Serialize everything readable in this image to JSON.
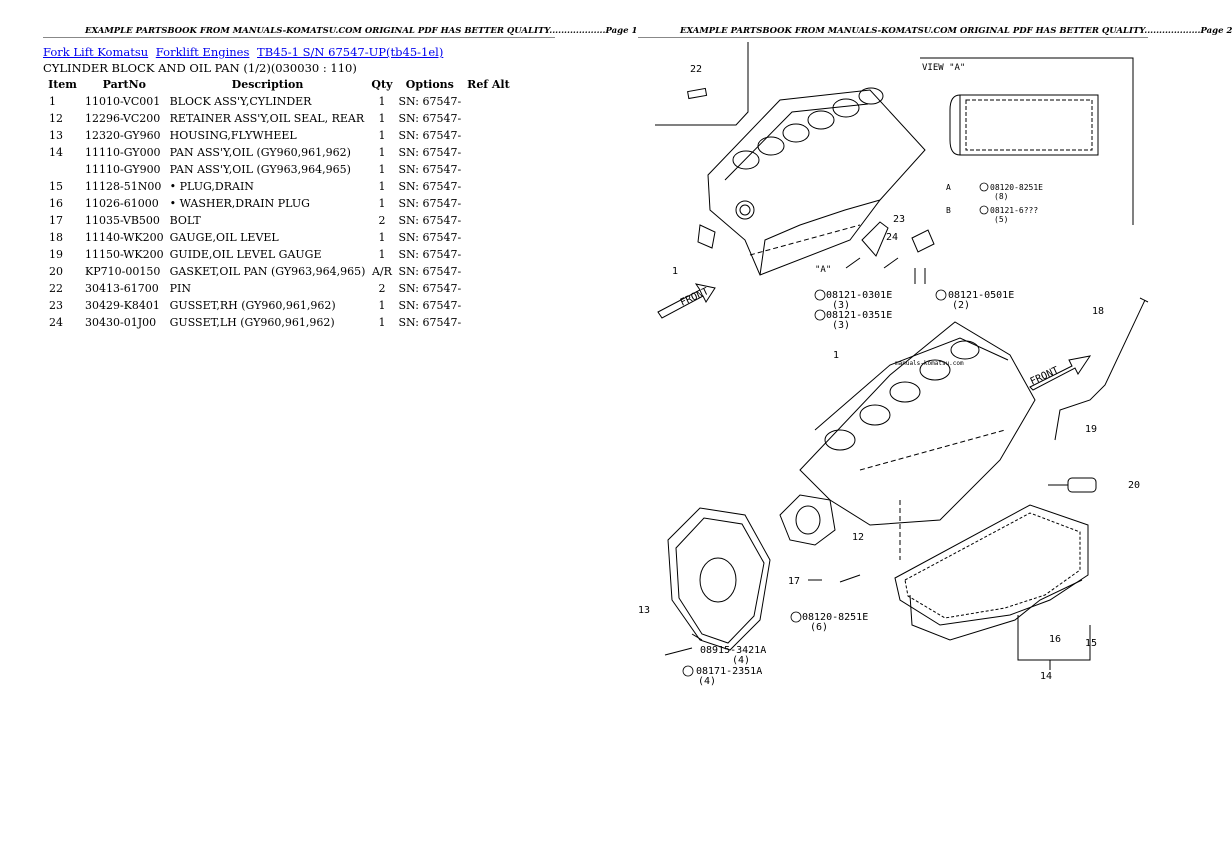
{
  "header": {
    "left": "EXAMPLE PARTSBOOK FROM MANUALS-KOMATSU.COM ORIGINAL PDF HAS BETTER QUALITY...................Page 1",
    "right": "EXAMPLE PARTSBOOK FROM MANUALS-KOMATSU.COM ORIGINAL PDF HAS BETTER QUALITY...................Page 2"
  },
  "breadcrumb": [
    "Fork Lift Komatsu",
    "Forklift Engines",
    "TB45-1 S/N 67547-UP(tb45-1el)"
  ],
  "subtitle": "CYLINDER BLOCK AND OIL PAN (1/2)(030030 : 110)",
  "table": {
    "columns": [
      "Item",
      "PartNo",
      "Description",
      "Qty",
      "Options",
      "Ref Alt"
    ],
    "rows": [
      {
        "item": "1",
        "partno": "11010-VC001",
        "desc": "BLOCK ASS'Y,CYLINDER",
        "qty": "1",
        "options": "SN: 67547-"
      },
      {
        "item": "12",
        "partno": "12296-VC200",
        "desc": "RETAINER ASS'Y,OIL SEAL, REAR",
        "qty": "1",
        "options": "SN: 67547-"
      },
      {
        "item": "13",
        "partno": "12320-GY960",
        "desc": "HOUSING,FLYWHEEL",
        "qty": "1",
        "options": "SN: 67547-"
      },
      {
        "item": "14",
        "partno": "11110-GY000",
        "desc": "PAN ASS'Y,OIL (GY960,961,962)",
        "qty": "1",
        "options": "SN: 67547-"
      },
      {
        "item": "",
        "partno": "11110-GY900",
        "desc": "PAN ASS'Y,OIL (GY963,964,965)",
        "qty": "1",
        "options": "SN: 67547-"
      },
      {
        "item": "15",
        "partno": "11128-51N00",
        "desc": "• PLUG,DRAIN",
        "qty": "1",
        "options": "SN: 67547-"
      },
      {
        "item": "16",
        "partno": "11026-61000",
        "desc": "• WASHER,DRAIN PLUG",
        "qty": "1",
        "options": "SN: 67547-"
      },
      {
        "item": "17",
        "partno": "11035-VB500",
        "desc": "BOLT",
        "qty": "2",
        "options": "SN: 67547-"
      },
      {
        "item": "18",
        "partno": "11140-WK200",
        "desc": "GAUGE,OIL LEVEL",
        "qty": "1",
        "options": "SN: 67547-"
      },
      {
        "item": "19",
        "partno": "11150-WK200",
        "desc": "GUIDE,OIL LEVEL GAUGE",
        "qty": "1",
        "options": "SN: 67547-"
      },
      {
        "item": "20",
        "partno": "KP710-00150",
        "desc": "GASKET,OIL PAN (GY963,964,965)",
        "qty": "A/R",
        "options": "SN: 67547-"
      },
      {
        "item": "22",
        "partno": "30413-61700",
        "desc": "PIN",
        "qty": "2",
        "options": "SN: 67547-"
      },
      {
        "item": "23",
        "partno": "30429-K8401",
        "desc": "GUSSET,RH (GY960,961,962)",
        "qty": "1",
        "options": "SN: 67547-"
      },
      {
        "item": "24",
        "partno": "30430-01J00",
        "desc": "GUSSET,LH (GY960,961,962)",
        "qty": "1",
        "options": "SN: 67547-"
      }
    ]
  },
  "diagram": {
    "callouts": [
      "22",
      "23",
      "24",
      "1",
      "18",
      "19",
      "20",
      "12",
      "13",
      "14",
      "15",
      "16",
      "17"
    ],
    "view_label": "VIEW \"A\"",
    "arrow_label": "\"A\"",
    "front_label": "FRONT",
    "legend_a_key": "A",
    "legend_a_text": "08120-8251E",
    "legend_a_qty": "(8)",
    "legend_b_key": "B",
    "legend_b_text": "08121-6???",
    "legend_b_qty": "(5)",
    "bolt_labels": [
      {
        "code": "08121-0301E",
        "qty": "(3)"
      },
      {
        "code": "08121-0501E",
        "qty": "(2)"
      },
      {
        "code": "08121-0351E",
        "qty": "(3)"
      },
      {
        "code": "08120-8251E",
        "qty": "(6)"
      },
      {
        "code": "08915-3421A",
        "qty": "(4)"
      },
      {
        "code": "08171-2351A",
        "qty": "(4)"
      }
    ],
    "watermark": "manuals-komatsu.com"
  }
}
